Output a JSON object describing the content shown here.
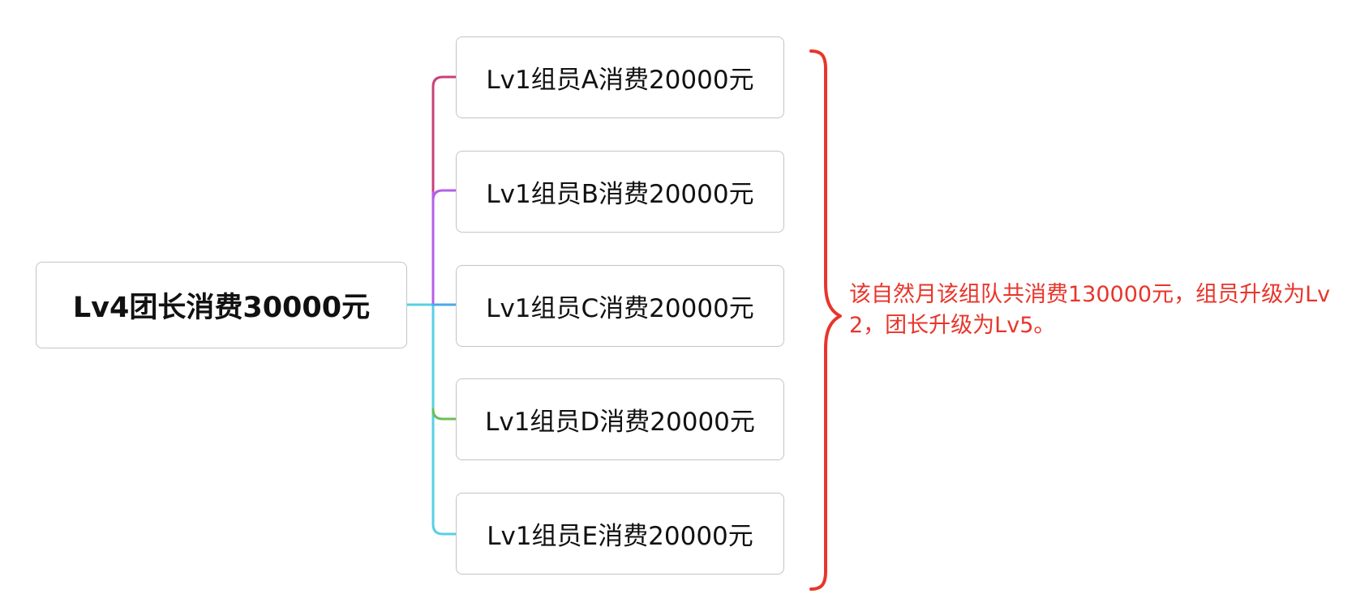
{
  "diagram": {
    "root": {
      "label": "Lv4团长消费30000元"
    },
    "children": [
      {
        "label": "Lv1组员A消费20000元",
        "color": "#c9407a"
      },
      {
        "label": "Lv1组员B消费20000元",
        "color": "#b55fe6"
      },
      {
        "label": "Lv1组员C消费20000元",
        "color": "#4aa9ea"
      },
      {
        "label": "Lv1组员D消费20000元",
        "color": "#6bbf59"
      },
      {
        "label": "Lv1组员E消费20000元",
        "color": "#55d1e3"
      }
    ],
    "note": {
      "text": "该自然月该组队共消费130000元，组员升级为Lv2，团长升级为Lv5。",
      "color": "#e8352b"
    }
  }
}
